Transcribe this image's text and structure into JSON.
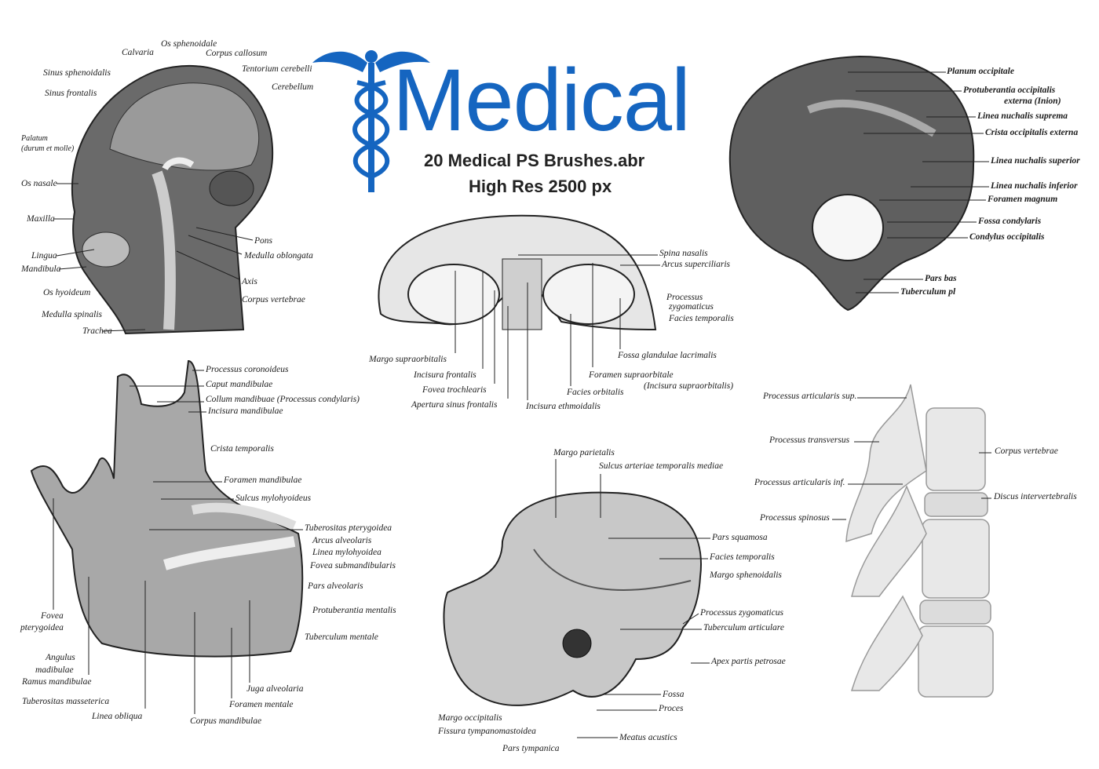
{
  "header": {
    "title": "Medical",
    "subtitle": "20 Medical PS Brushes.abr",
    "resolution": "High Res 2500 px",
    "brand_color": "#1565c0",
    "logo_icon": "caduceus-icon"
  },
  "head": {
    "labels": [
      "Calvaria",
      "Os sphenoidale",
      "Corpus callosum",
      "Tentorium cerebelli",
      "Sinus sphenoidalis",
      "Cerebellum",
      "Sinus frontalis",
      "Palatum",
      "(durum et molle)",
      "Os nasale",
      "Maxilla",
      "Pons",
      "Lingua",
      "Medulla oblongata",
      "Mandibula",
      "Axis",
      "Os hyoideum",
      "Corpus vertebrae",
      "Medulla spinalis",
      "Trachea"
    ]
  },
  "frontal": {
    "labels": [
      "Spina nasalis",
      "Arcus superciliaris",
      "Processus",
      "zygomaticus",
      "Facies temporalis",
      "Margo supraorbitalis",
      "Fossa glandulae lacrimalis",
      "Incisura frontalis",
      "Foramen supraorbitale",
      "(Incisura supraorbitalis)",
      "Fovea trochlearis",
      "Facies orbitalis",
      "Apertura sinus frontalis",
      "Incisura ethmoidalis"
    ]
  },
  "occipital": {
    "labels": [
      "Planum occipitale",
      "Protuberantia occipitalis",
      "externa (Inion)",
      "Linea nuchalis suprema",
      "Crista occipitalis externa",
      "Linea nuchalis superior",
      "Linea nuchalis inferior",
      "Foramen magnum",
      "Fossa condylaris",
      "Condylus occipitalis",
      "Pars bas",
      "Tuberculum pl"
    ]
  },
  "mandible": {
    "labels": [
      "Processus coronoideus",
      "Caput mandibulae",
      "Collum mandibuae (Processus condylaris)",
      "Incisura mandibulae",
      "Crista temporalis",
      "Foramen mandibulae",
      "Sulcus mylohyoideus",
      "Tuberositas  pterygoidea",
      "Arcus alveolaris",
      "Linea mylohyoidea",
      "Fovea submandibularis",
      "Pars alveolaris",
      "Protuberantia mentalis",
      "Fovea",
      "pterygoidea",
      "Tuberculum mentale",
      "Angulus",
      "madibulae",
      "Ramus mandibulae",
      "Juga alveolaria",
      "Tuberositas masseterica",
      "Foramen mentale",
      "Linea obliqua",
      "Corpus mandibulae"
    ]
  },
  "temporal": {
    "labels": [
      "Margo parietalis",
      "Sulcus arteriae temporalis mediae",
      "Pars squamosa",
      "Facies temporalis",
      "Margo sphenoidalis",
      "Processus zygomaticus",
      "Tuberculum articulare",
      "Apex partis petrosae",
      "Fossa",
      "Proces",
      "Margo occipitalis",
      "Fissura tympanomastoidea",
      "Meatus acustics",
      "Pars tympanica"
    ]
  },
  "vertebra": {
    "labels": [
      "Processus articularis sup.",
      "Processus transversus",
      "Corpus vertebrae",
      "Processus articularis inf.",
      "Discus intervertebralis",
      "Processus spinosus"
    ]
  }
}
